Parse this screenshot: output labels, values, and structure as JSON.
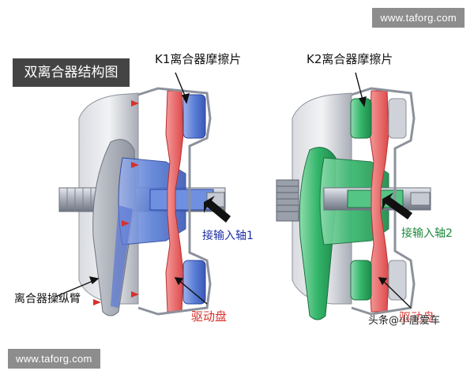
{
  "watermark_top": "www.taforg.com",
  "watermark_bottom": "www.taforg.com",
  "title": "双离合器结构图",
  "labels": {
    "k1_friction": "K1离合器摩擦片",
    "k2_friction": "K2离合器摩擦片",
    "input_shaft_1": "接输入轴1",
    "input_shaft_2": "接输入轴2",
    "release_arm": "离合器操纵臂",
    "drive_plate_left": "驱动盘",
    "drive_plate_right": "驱动盘"
  },
  "credit": "头条@小唐爱车",
  "colors": {
    "blue_part": "#4a6fcf",
    "green_part": "#2fae63",
    "red_plate": "#e85b5b",
    "housing": "#b9bcc4",
    "title_bg": "#444444",
    "watermark_bg": "#8d8d8d",
    "label_red": "#d8312c",
    "label_green": "#1d8a3c"
  }
}
